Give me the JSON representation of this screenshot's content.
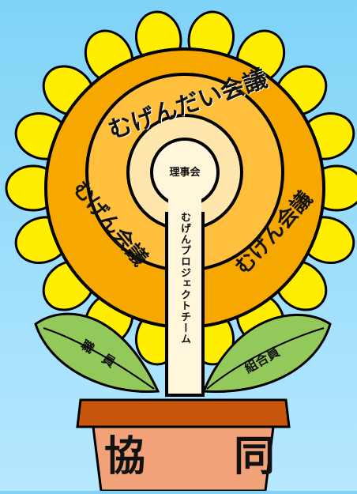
{
  "org": {
    "board": "理事会",
    "main_conference": "むげんだい会議",
    "left_conference": "むげん会議",
    "right_conference": "むげん会議",
    "project_team": "むげんプロジェクトチーム",
    "staff": "職　員",
    "members": "組合員",
    "pot": "協　同"
  },
  "colors": {
    "sky_top": "#7fd3f7",
    "sky_bottom": "#b7e8ff",
    "petal": "#ffee00",
    "outer_disc": "#f7a800",
    "middle_ring": "#ffc03d",
    "inner_ring": "#ffe6ad",
    "stem": "#fff6dc",
    "leaf": "#93c95a",
    "pot_rim": "#c9560d",
    "pot_body": "#f2a278"
  }
}
